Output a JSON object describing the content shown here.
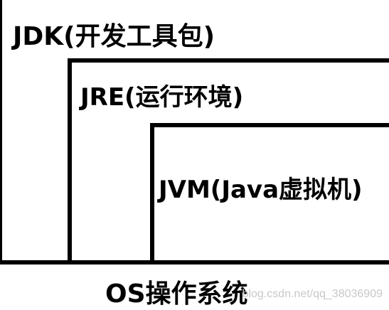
{
  "diagram": {
    "jdk_label": "JDK(开发工具包)",
    "jre_label": "JRE(运行环境)",
    "jvm_label": "JVM(Java虚拟机)",
    "os_label": "OS操作系统",
    "watermark": "blog.csdn.net/qq_38036909"
  },
  "colors": {
    "background": "#ffffff",
    "line": "#000000",
    "text": "#000000",
    "watermark": "#c8c8c8"
  }
}
